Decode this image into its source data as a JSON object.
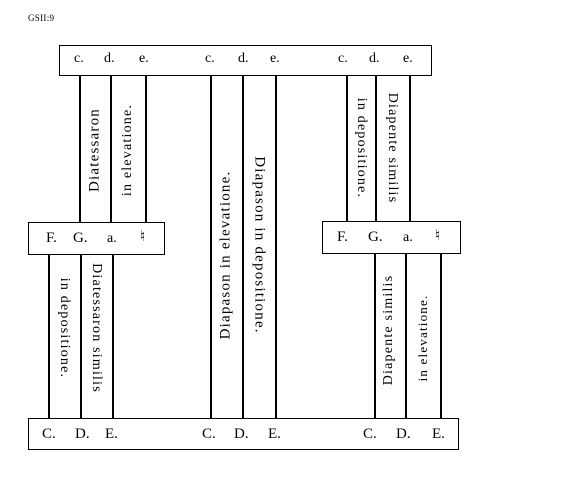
{
  "ref": "GSII:9",
  "top_row": {
    "group1": [
      "c.",
      "d.",
      "e."
    ],
    "group2": [
      "c.",
      "d.",
      "e."
    ],
    "group3": [
      "c.",
      "d.",
      "e."
    ]
  },
  "middle_row": {
    "left": [
      "F.",
      "G.",
      "a.",
      "♮"
    ],
    "right": [
      "F.",
      "G.",
      "a.",
      "♮"
    ]
  },
  "bottom_row": {
    "group1": [
      "C.",
      "D.",
      "E."
    ],
    "group2": [
      "C.",
      "D.",
      "E."
    ],
    "group3": [
      "C.",
      "D.",
      "E."
    ]
  },
  "strips": {
    "upper_left_1": "Diatessaron",
    "upper_left_2": "in elevatione.",
    "center_1": "Diapason in elevatione.",
    "center_2": "Diapason in depositione.",
    "upper_right_1": "in depositione.",
    "upper_right_2": "Diapente similis",
    "lower_left_1": "in depositione.",
    "lower_left_2": "Diatessaron similis",
    "lower_right_1": "Diapente similis",
    "lower_right_2": "in elevatione."
  }
}
